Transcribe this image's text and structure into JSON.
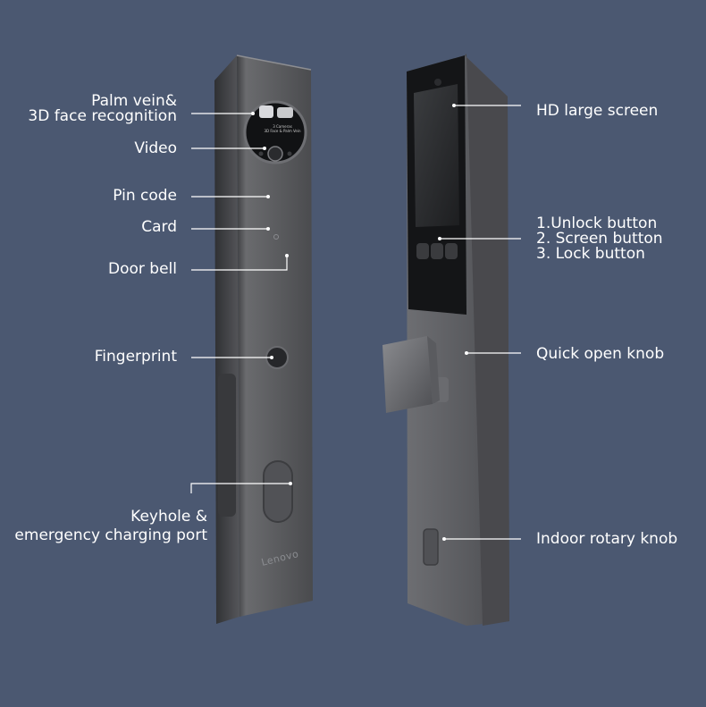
{
  "labels": {
    "palm_vein_line1": "Palm vein&",
    "palm_vein_line2": "3D face recognition",
    "video": "Video",
    "pin_code": "Pin code",
    "card": "Card",
    "door_bell": "Door bell",
    "fingerprint": "Fingerprint",
    "keyhole_line1": "Keyhole &",
    "keyhole_line2": "emergency charging port",
    "hd_screen": "HD large screen",
    "button_line1": "1.Unlock button",
    "button_line2": "2. Screen button",
    "button_line3": "3. Lock button",
    "quick_open": "Quick open knob",
    "indoor_rotary": "Indoor rotary knob"
  },
  "device": {
    "brand": "Lenovo",
    "module_text_line1": "3 Cameras",
    "module_text_line2": "3D Face & Palm Vein"
  },
  "colors": {
    "background": "#4b5871",
    "label_text": "#ffffff",
    "lock_body": "#5b5c5f",
    "screen_panel": "#151617"
  }
}
